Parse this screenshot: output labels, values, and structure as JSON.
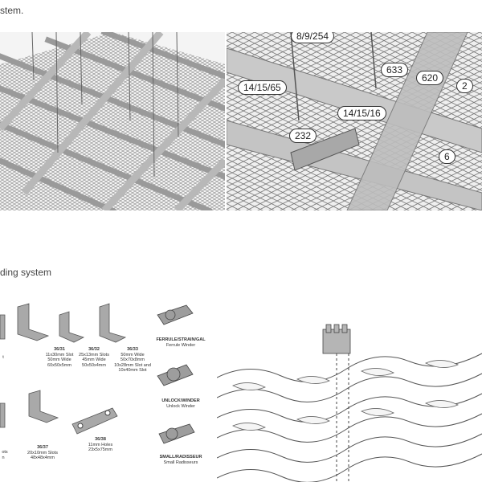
{
  "captions": {
    "top": "stem.",
    "bottom": "ding system"
  },
  "callouts": [
    "8/9/254",
    "633",
    "620",
    "2",
    "14/15/65",
    "14/15/16",
    "232",
    "6"
  ],
  "parts": [
    {
      "title": "36/31",
      "desc": "11x30mm Slot\n50mm Wide\n60x50x5mm"
    },
    {
      "title": "36/32",
      "desc": "25x13mm Slots\n45mm Wide\n50x50x4mm"
    },
    {
      "title": "36/33",
      "desc": "50mm Wide\n50x70x8mm\n10x28mm Slot and\n10x40mm Slot"
    },
    {
      "title": "FERRULE/STRAIN/GAL",
      "desc": "Ferrule Winder"
    },
    {
      "title": "UNLOCK/WINDER",
      "desc": "Unlock Winder"
    },
    {
      "title": "36/37",
      "desc": "20x10mm Slots\n48x48x4mm"
    },
    {
      "title": "36/38",
      "desc": "11mm Holes\n23x5x75mm"
    },
    {
      "title": "SMALL/RADISSEUR",
      "desc": "Small Radisseurs"
    }
  ],
  "partial_labels": [
    "t",
    "ots",
    "n"
  ]
}
